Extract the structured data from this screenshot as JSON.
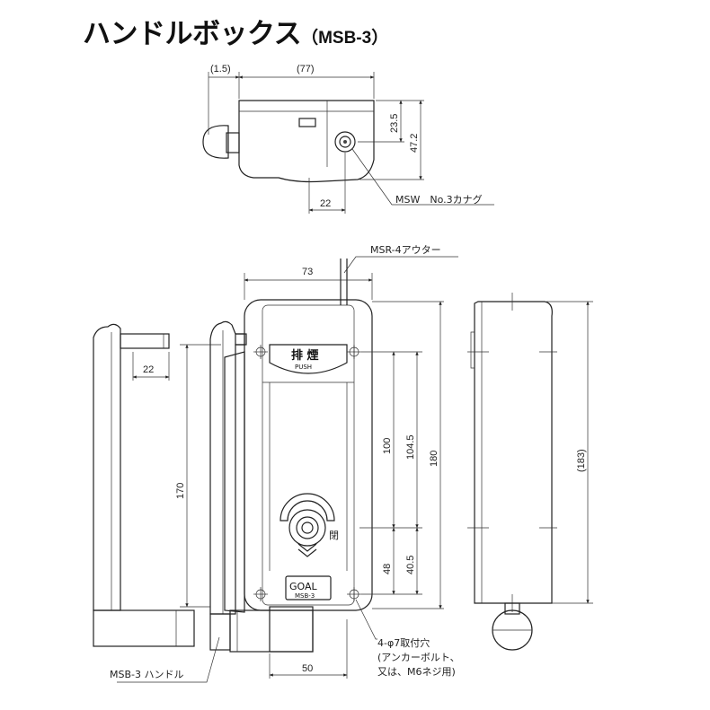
{
  "title": {
    "main": "ハンドルボックス",
    "model": "（MSB-3）"
  },
  "top_view": {
    "dim_offset": "(1.5)",
    "dim_width": "(77)",
    "dim_height_small": "23.5",
    "dim_height": "47.2",
    "dim_bottom": "22",
    "callout_cylinder": "MSW　No.3カナグ"
  },
  "front_view": {
    "callout_outer": "MSR-4アウター",
    "dim_width": "73",
    "plate_label_main": "排 煙",
    "plate_label_sub": "PUSH",
    "dim_100": "100",
    "dim_104_5": "104.5",
    "dim_180": "180",
    "dim_48": "48",
    "dim_40_5": "40.5",
    "close_label": "閉",
    "logo_main": "GOAL",
    "logo_sub": "MSB-3",
    "dim_bottom": "50",
    "mount_hole_line1": "4-φ7取付穴",
    "mount_hole_line2": "(アンカーボルト、",
    "mount_hole_line3": "又は、M6ネジ用)"
  },
  "side_view": {
    "dim_170": "170"
  },
  "handle_view": {
    "dim_22": "22",
    "callout_handle": "MSB-3 ハンドル"
  },
  "right_view": {
    "dim_183": "(183)"
  }
}
